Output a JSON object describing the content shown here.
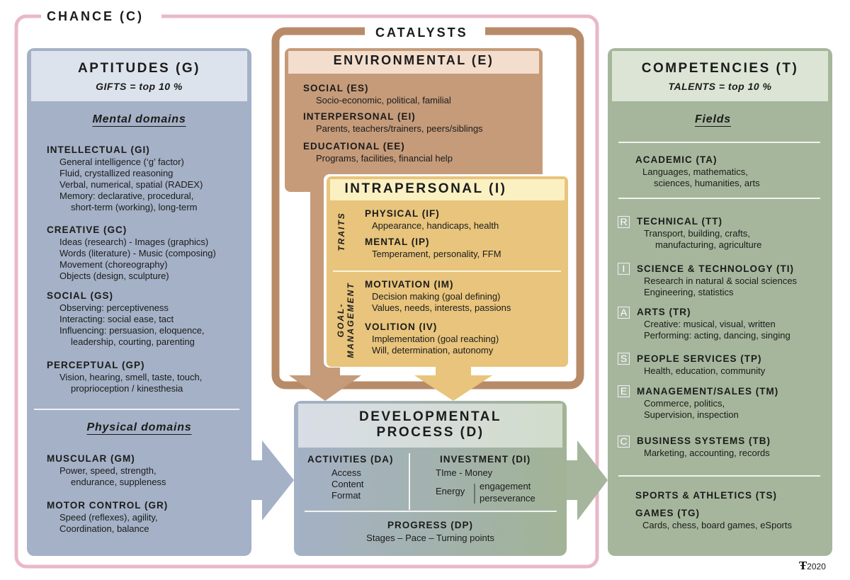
{
  "chance": {
    "label": "CHANCE (C)"
  },
  "catalysts": {
    "label": "CATALYSTS"
  },
  "aptitudes": {
    "title": "APTITUDES (G)",
    "subtitle": "GIFTS = top 10 %",
    "mental_label": "Mental domains",
    "physical_label": "Physical domains",
    "mental": [
      {
        "title": "INTELLECTUAL (GI)",
        "lines": [
          "General intelligence (‘g’ factor)",
          "Fluid, crystallized reasoning",
          "Verbal, numerical, spatial (RADEX)",
          "Memory: declarative, procedural,",
          "   short-term (working), long-term"
        ]
      },
      {
        "title": "CREATIVE (GC)",
        "lines": [
          "Ideas (research) - Images (graphics)",
          "Words (literature) - Music (composing)",
          "Movement (choreography)",
          "Objects (design, sculpture)"
        ]
      },
      {
        "title": "SOCIAL (GS)",
        "lines": [
          "Observing: perceptiveness",
          "Interacting: social ease, tact",
          "Influencing: persuasion, eloquence,",
          "   leadership, courting, parenting"
        ]
      },
      {
        "title": "PERCEPTUAL (GP)",
        "lines": [
          "Vision, hearing, smell, taste, touch,",
          "   proprioception / kinesthesia"
        ]
      }
    ],
    "physical": [
      {
        "title": "MUSCULAR (GM)",
        "lines": [
          "Power, speed, strength,",
          "   endurance, suppleness"
        ]
      },
      {
        "title": "MOTOR CONTROL (GR)",
        "lines": [
          "Speed (reflexes), agility,",
          "Coordination, balance"
        ]
      }
    ]
  },
  "environmental": {
    "title": "ENVIRONMENTAL (E)",
    "items": [
      {
        "title": "SOCIAL (ES)",
        "lines": [
          "Socio-economic, political, familial"
        ]
      },
      {
        "title": "INTERPERSONAL (EI)",
        "lines": [
          "Parents, teachers/trainers, peers/siblings"
        ]
      },
      {
        "title": "EDUCATIONAL (EE)",
        "lines": [
          "Programs, facilities, financial help"
        ]
      }
    ]
  },
  "intrapersonal": {
    "title": "INTRAPERSONAL (I)",
    "traits_label": "TRAITS",
    "goal_label_1": "GOAL-",
    "goal_label_2": "MANAGEMENT",
    "traits": [
      {
        "title": "PHYSICAL (IF)",
        "lines": [
          "Appearance, handicaps, health"
        ]
      },
      {
        "title": "MENTAL (IP)",
        "lines": [
          "Temperament, personality, FFM"
        ]
      }
    ],
    "goal": [
      {
        "title": "MOTIVATION (IM)",
        "lines": [
          "Decision making (goal defining)",
          "Values, needs, interests, passions"
        ]
      },
      {
        "title": "VOLITION (IV)",
        "lines": [
          "Implementation (goal reaching)",
          "Will, determination, autonomy"
        ]
      }
    ]
  },
  "developmental": {
    "title_1": "DEVELOPMENTAL",
    "title_2": "PROCESS (D)",
    "activities": {
      "title": "ACTIVITIES (DA)",
      "lines": [
        "Access",
        "Content",
        "Format"
      ]
    },
    "investment": {
      "title": "INVESTMENT (DI)",
      "time": "TIme - Money",
      "energy": "Energy",
      "energy_lines": [
        "engagement",
        "perseverance"
      ]
    },
    "progress": {
      "title": "PROGRESS (DP)",
      "line": "Stages – Pace – Turning points"
    }
  },
  "competencies": {
    "title": "COMPETENCIES (T)",
    "subtitle": "TALENTS = top 10 %",
    "fields_label": "Fields",
    "academic": {
      "title": "ACADEMIC (TA)",
      "lines": [
        "Languages, mathematics,",
        "   sciences, humanities, arts"
      ]
    },
    "riasec": [
      {
        "letter": "R",
        "title": "TECHNICAL (TT)",
        "lines": [
          "Transport, building, crafts,",
          "   manufacturing, agriculture"
        ]
      },
      {
        "letter": "I",
        "title": "SCIENCE & TECHNOLOGY (TI)",
        "lines": [
          "Research in natural & social sciences",
          "Engineering, statistics"
        ]
      },
      {
        "letter": "A",
        "title": "ARTS (TR)",
        "lines": [
          "Creative: musical, visual, written",
          "Performing: acting, dancing, singing"
        ]
      },
      {
        "letter": "S",
        "title": "PEOPLE SERVICES (TP)",
        "lines": [
          "Health, education, community"
        ]
      },
      {
        "letter": "E",
        "title": "MANAGEMENT/SALES (TM)",
        "lines": [
          "Commerce, politics,",
          "Supervision, inspection"
        ]
      },
      {
        "letter": "C",
        "title": "BUSINESS SYSTEMS (TB)",
        "lines": [
          "Marketing, accounting, records"
        ]
      }
    ],
    "sports": {
      "title": "SPORTS & ATHLETICS (TS)"
    },
    "games": {
      "title": "GAMES (TG)",
      "lines": [
        "Cards, chess, board games, eSports"
      ]
    }
  },
  "signature": {
    "mark": "FG",
    "year": "2020"
  },
  "colors": {
    "chance": "#e9b8c8",
    "aptitudes": "#a4b1c6",
    "competencies": "#a6b69c",
    "environmental": "#c59b7a",
    "catalysts": "#b88b68",
    "intrapersonal": "#e8c47c"
  }
}
